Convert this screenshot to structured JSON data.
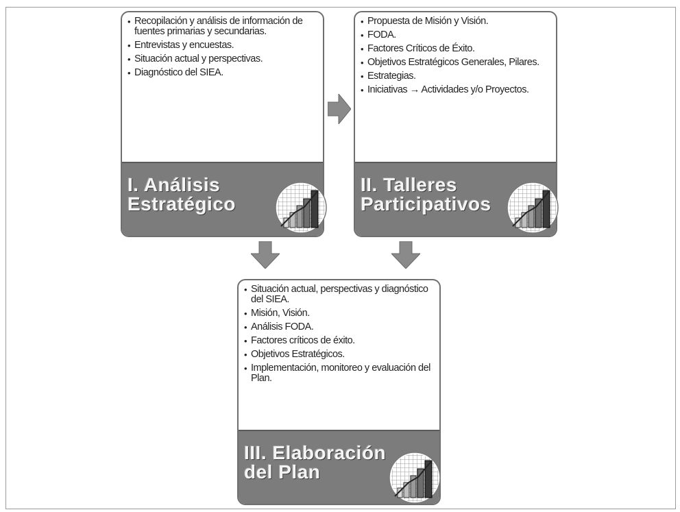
{
  "cards": [
    {
      "id": "analisis",
      "bullets": [
        "Recopilación y análisis de información de fuentes primarias y secundarias.",
        "Entrevistas y encuestas.",
        "Situación actual y perspectivas.",
        "Diagnóstico del SIEA."
      ],
      "title_line1": "I. Análisis",
      "title_line2": "Estratégico"
    },
    {
      "id": "talleres",
      "bullets": [
        "Propuesta de Misión y Visión.",
        "FODA.",
        "Factores Críticos de Éxito.",
        "Objetivos Estratégicos Generales, Pilares.",
        "Estrategias.",
        "Iniciativas → Actividades y/o Proyectos."
      ],
      "title_line1": "II. Talleres",
      "title_line2": "Participativos"
    },
    {
      "id": "elaboracion",
      "bullets": [
        "Situación actual, perspectivas y diagnóstico del SIEA.",
        "Misión, Visión.",
        "Análisis FODA.",
        "Factores críticos de éxito.",
        "Objetivos Estratégicos.",
        "Implementación, monitoreo y evaluación del Plan."
      ],
      "title_line1": "III. Elaboración",
      "title_line2": "del Plan"
    }
  ],
  "colors": {
    "band": "#7c7c7c",
    "arrow": "#8a8a8a",
    "border": "#6f6f6f"
  },
  "icons": [
    "bar-chart-icon",
    "right-arrow-icon",
    "down-arrow-icon"
  ]
}
